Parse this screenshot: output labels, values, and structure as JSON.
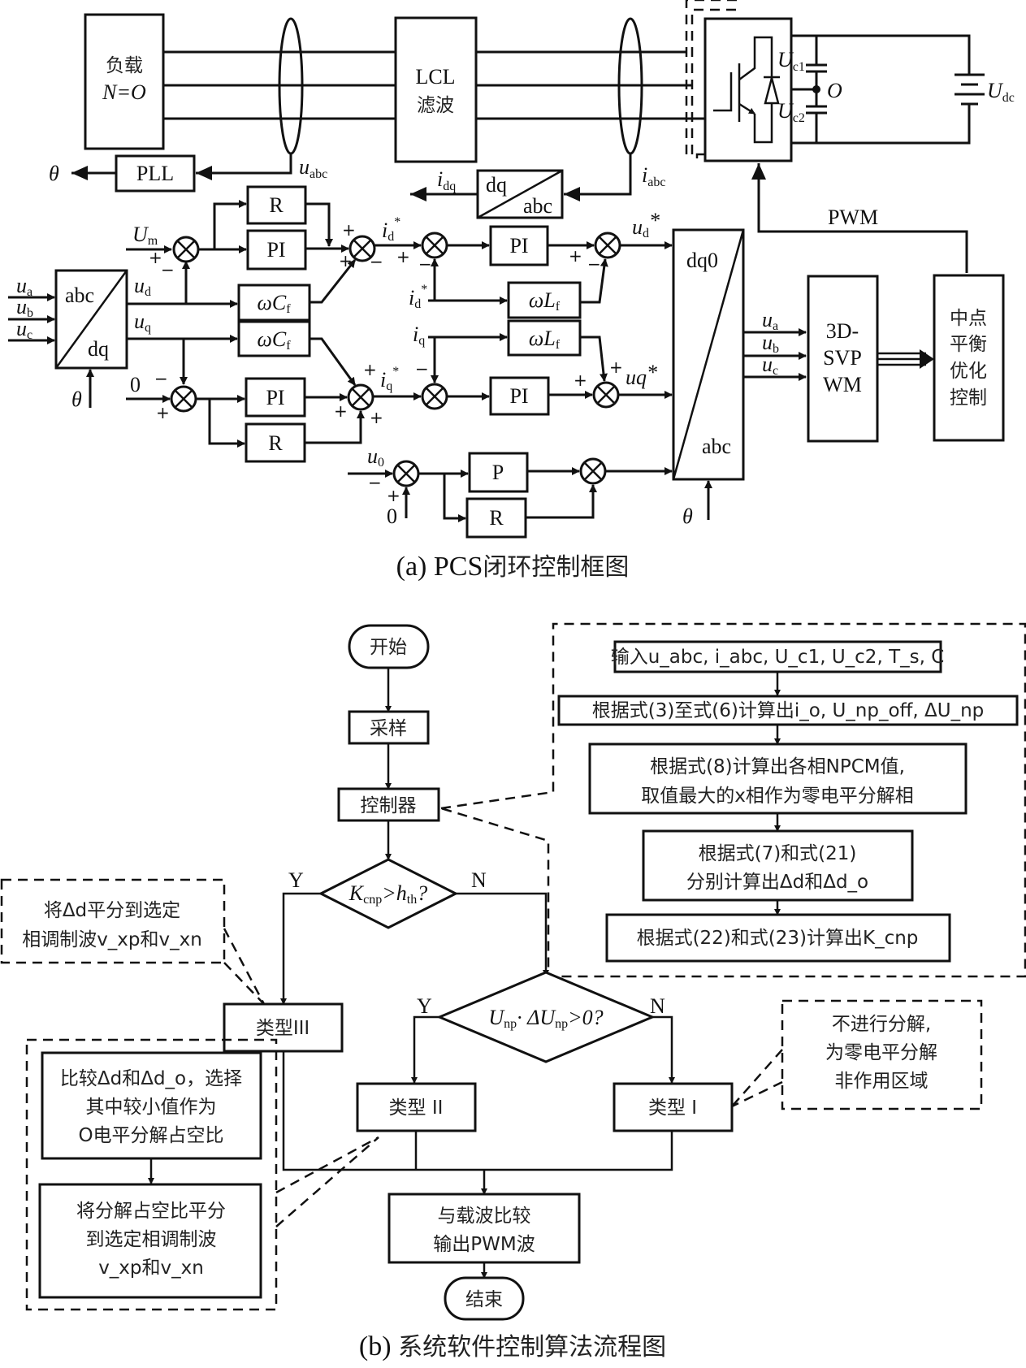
{
  "part_a": {
    "caption_prefix": "(a) PCS",
    "caption_cn": "闭环控制框图",
    "load_box": {
      "line1": "负载",
      "line2": "N=O"
    },
    "lcl_box": {
      "line1": "LCL",
      "line2": "滤波"
    },
    "pll_box": "PLL",
    "theta": "θ",
    "u_abc": {
      "main": "u",
      "sub": "abc"
    },
    "i_abc": {
      "main": "i",
      "sub": "abc"
    },
    "i_dq": {
      "main": "i",
      "sub": "dq"
    },
    "dq_abc_box": {
      "top": "dq",
      "bottom": "abc"
    },
    "abc_dq_box": {
      "top": "abc",
      "bottom": "dq"
    },
    "inputs": [
      {
        "main": "u",
        "sub": "a"
      },
      {
        "main": "u",
        "sub": "b"
      },
      {
        "main": "u",
        "sub": "c"
      }
    ],
    "u_d": {
      "main": "u",
      "sub": "d"
    },
    "u_q": {
      "main": "u",
      "sub": "q"
    },
    "U_m": {
      "main": "U",
      "sub": "m"
    },
    "zero": "0",
    "blocks": {
      "R": "R",
      "PI": "PI",
      "P": "P",
      "wCf": {
        "main": "ωC",
        "sub": "f"
      },
      "wLf": {
        "main": "ωL",
        "sub": "f"
      }
    },
    "id_star": {
      "main": "i",
      "sub": "d",
      "sup": "*"
    },
    "iq_star": {
      "main": "i",
      "sub": "q",
      "sup": "*"
    },
    "i_q": {
      "main": "i",
      "sub": "q"
    },
    "ud_star": {
      "main": "u",
      "sub": "d",
      "sup": "*"
    },
    "uq_star": {
      "main": "uq",
      "sup": "*"
    },
    "u_0": {
      "main": "u",
      "sub": "0"
    },
    "dq0_box": {
      "top": "dq0",
      "bottom": "abc"
    },
    "svpwm_box": {
      "line1": "3D-",
      "line2": "SVP",
      "line3": "WM"
    },
    "np_box": {
      "line1": "中点",
      "line2": "平衡",
      "line3": "优化",
      "line4": "控制"
    },
    "pwm": "PWM",
    "dc_side": {
      "Uc1": {
        "main": "U",
        "sub": "c1"
      },
      "Uc2": {
        "main": "U",
        "sub": "c2"
      },
      "O": "O",
      "Udc": {
        "main": "U",
        "sub": "dc"
      }
    },
    "signs": {
      "plus": "+",
      "minus": "−"
    }
  },
  "part_b": {
    "caption_prefix": "(b) ",
    "caption_cn": "系统软件控制算法流程图",
    "start": "开始",
    "sample": "采样",
    "controller": "控制器",
    "decision1": {
      "k": "K",
      "k_sub": "cnp",
      "gt": ">",
      "h": "h",
      "h_sub": "th",
      "q": "?"
    },
    "decision2": {
      "u": "U",
      "u_sub": "np",
      "dot": "· ΔU",
      "du_sub": "np",
      "rest": ">0?"
    },
    "yes": "Y",
    "no": "N",
    "type1": "类型 I",
    "type2": "类型 II",
    "type3": "类型III",
    "compare_box": {
      "line1": "与载波比较",
      "line2": "输出PWM波"
    },
    "end": "结束",
    "controller_detail": [
      {
        "text": "输入u_abc, i_abc, U_c1, U_c2, T_s, C"
      },
      {
        "text": "根据式(3)至式(6)计算出i_o, U_np_off, ΔU_np"
      },
      {
        "line1": "根据式(8)计算出各相NPCM值,",
        "line2": "取值最大的x相作为零电平分解相"
      },
      {
        "line1": "根据式(7)和式(21)",
        "line2": "分别计算出Δd和Δd_o"
      },
      {
        "text": "根据式(22)和式(23)计算出K_cnp"
      }
    ],
    "note_type3": {
      "line1": "将Δd平分到选定",
      "line2": "相调制波v_xp和v_xn"
    },
    "note_type1": {
      "line1": "不进行分解,",
      "line2": "为零电平分解",
      "line3": "非作用区域"
    },
    "note_type2": [
      {
        "line1": "比较Δd和Δd_o，选择",
        "line2": "其中较小值作为",
        "line3": "O电平分解占空比"
      },
      {
        "line1": "将分解占空比平分",
        "line2": "到选定相调制波",
        "line3": "v_xp和v_xn"
      }
    ]
  }
}
